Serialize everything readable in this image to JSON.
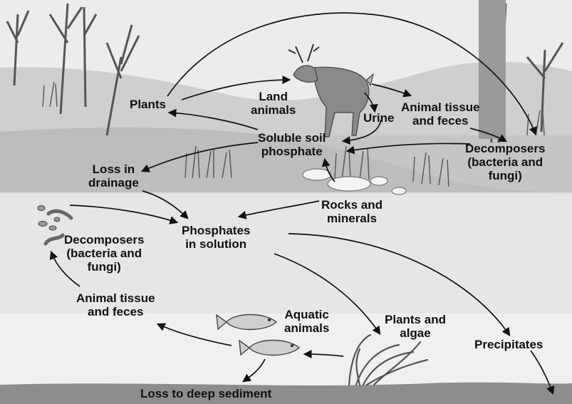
{
  "colors": {
    "sky": "#ececec",
    "land": "#cfcfcf",
    "land_dark": "#a9a9a9",
    "water_surface": "#b3b3b3",
    "water": "#e3e3e3",
    "water_deep": "#f0f0f0",
    "sediment": "#8d8d8d",
    "arrow": "#111111",
    "text": "#111111"
  },
  "labels": {
    "plants": "Plants",
    "land_animals": [
      "Land",
      "animals"
    ],
    "urine": "Urine",
    "animal_tissue_land": [
      "Animal tissue",
      "and feces"
    ],
    "soluble_soil_phosphate": [
      "Soluble soil",
      "phosphate"
    ],
    "decomposers_land": [
      "Decomposers",
      "(bacteria and",
      "fungi)"
    ],
    "loss_in_drainage": [
      "Loss in",
      "drainage"
    ],
    "rocks_minerals": [
      "Rocks and",
      "minerals"
    ],
    "phosphates_solution": [
      "Phosphates",
      "in solution"
    ],
    "decomposers_water": [
      "Decomposers",
      "(bacteria and",
      "fungi)"
    ],
    "animal_tissue_water": [
      "Animal tissue",
      "and feces"
    ],
    "aquatic_animals": [
      "Aquatic",
      "animals"
    ],
    "plants_algae": [
      "Plants and",
      "algae"
    ],
    "precipitates": "Precipitates",
    "loss_deep_sediment": "Loss to deep sediment"
  },
  "icons": [
    "deer-illustration",
    "tree-illustration",
    "fish-illustration",
    "algae-illustration",
    "bacteria-illustration",
    "rock-illustration",
    "grass-illustration"
  ]
}
